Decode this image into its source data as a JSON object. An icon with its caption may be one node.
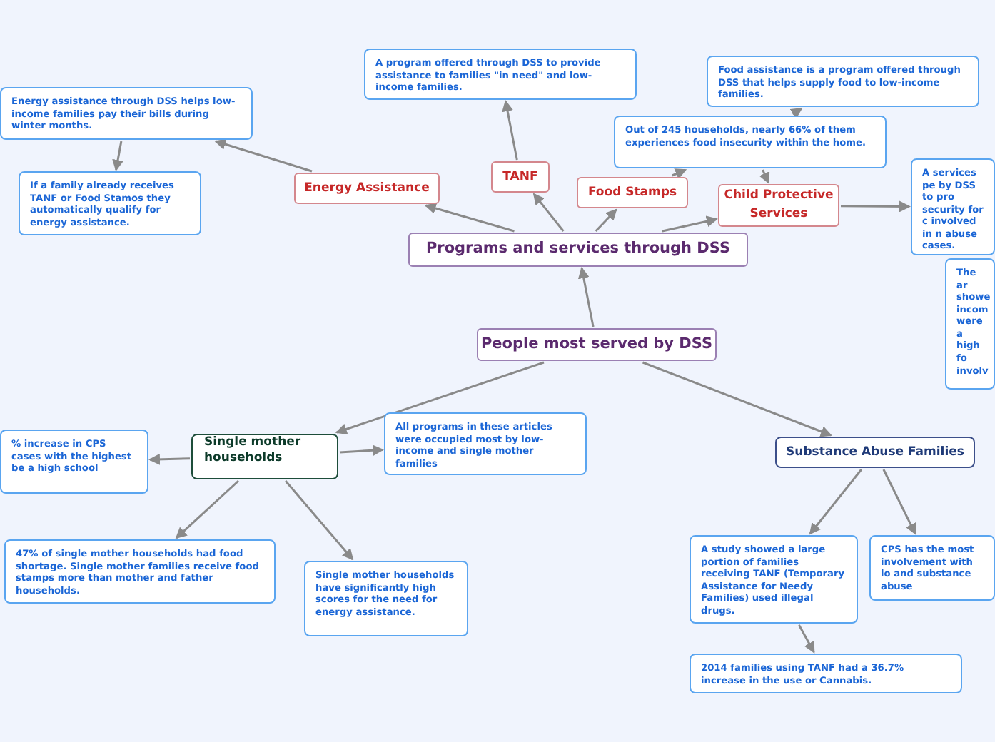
{
  "diagram": {
    "nodes": [
      {
        "text": [
          "Programs and services through DSS"
        ]
      },
      {
        "text": [
          "People most served by DSS"
        ]
      },
      {
        "text": [
          "Energy Assistance"
        ]
      },
      {
        "text": [
          "TANF"
        ]
      },
      {
        "text": [
          "Food Stamps"
        ]
      },
      {
        "text": [
          "Child Protective Services"
        ]
      },
      {
        "text": [
          "Energy assistance through DSS helps low-income families pay their bills during winter months."
        ]
      },
      {
        "text": [
          "If a family already receives TANF or Food Stamos they automatically qualify for energy assistance."
        ]
      },
      {
        "text": [
          "A program offered through DSS to provide assistance to families \"in need\" and low-income families."
        ]
      },
      {
        "text": [
          "Food assistance is a program offered through DSS that helps supply food to low-income families."
        ]
      },
      {
        "text": [
          "Out of 245 households, nearly 66% of them experiences food insecurity within the home."
        ]
      },
      {
        "text": [
          "A services pe by DSS to pro security for c involved in n abuse cases."
        ]
      },
      {
        "text": [
          "The ar showe incom were a high fo involv"
        ]
      },
      {
        "text": [
          "Single mother households"
        ]
      },
      {
        "text": [
          "% increase in CPS cases with the highest be a high school"
        ]
      },
      {
        "text": [
          "All programs in these articles were occupied most by low-income and single mother families"
        ]
      },
      {
        "text": [
          "47% of single mother households had food shortage. Single mother families receive food stamps more than mother and father households."
        ]
      },
      {
        "text": [
          "Single mother households have significantly high scores for the need for energy assistance."
        ]
      },
      {
        "text": [
          "Substance Abuse Families"
        ]
      },
      {
        "text": [
          "A study showed a large portion of families receiving TANF (Temporary Assistance for Needy Families) used illegal drugs."
        ]
      },
      {
        "text": [
          "CPS has the most involvement with lo and substance abuse"
        ]
      },
      {
        "text": [
          "2014 families using TANF had a 36.7% increase in the use or Cannabis."
        ]
      }
    ],
    "edges": [
      {
        "from": 1,
        "to": 0,
        "arrow": "to"
      },
      {
        "from": 0,
        "to": 2,
        "arrow": "to"
      },
      {
        "from": 0,
        "to": 3,
        "arrow": "to"
      },
      {
        "from": 0,
        "to": 4,
        "arrow": "to"
      },
      {
        "from": 0,
        "to": 5,
        "arrow": "to"
      },
      {
        "from": 2,
        "to": 6,
        "arrow": "to"
      },
      {
        "from": 6,
        "to": 7,
        "arrow": "to"
      },
      {
        "from": 3,
        "to": 8,
        "arrow": "to"
      },
      {
        "from": 4,
        "to": 10,
        "arrow": "to"
      },
      {
        "from": 10,
        "to": 9,
        "arrow": "to"
      },
      {
        "from": 10,
        "to": 5,
        "arrow": "to"
      },
      {
        "from": 5,
        "to": 11,
        "arrow": "to"
      },
      {
        "from": 1,
        "to": 13,
        "arrow": "to"
      },
      {
        "from": 1,
        "to": 18,
        "arrow": "to"
      },
      {
        "from": 13,
        "to": 14,
        "arrow": "to"
      },
      {
        "from": 13,
        "to": 15,
        "arrow": "to"
      },
      {
        "from": 13,
        "to": 16,
        "arrow": "to"
      },
      {
        "from": 13,
        "to": 17,
        "arrow": "to"
      },
      {
        "from": 18,
        "to": 19,
        "arrow": "to"
      },
      {
        "from": 18,
        "to": 20,
        "arrow": "to"
      },
      {
        "from": 19,
        "to": 21,
        "arrow": "to"
      }
    ]
  }
}
